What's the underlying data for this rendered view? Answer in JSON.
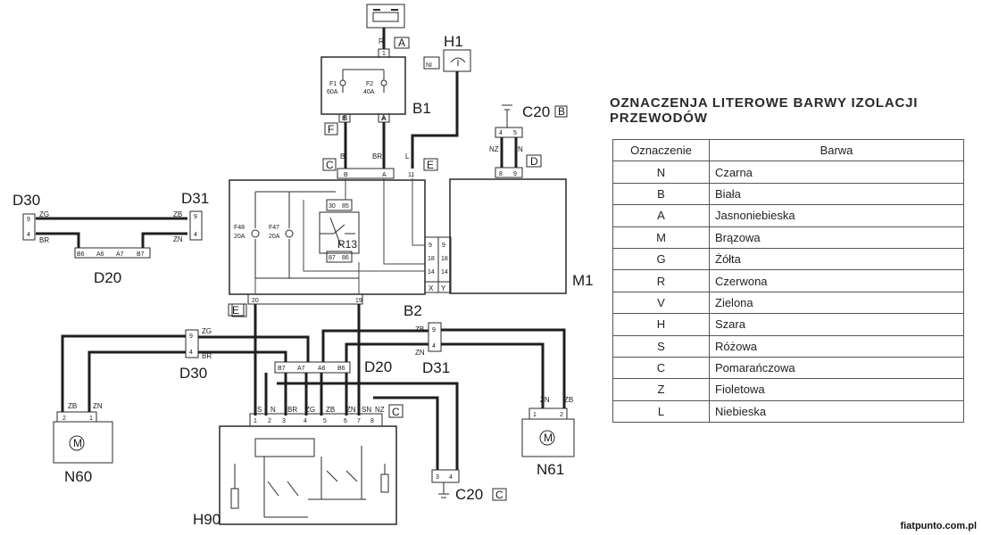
{
  "legend": {
    "title_line1": "OZNACZENJA LITEROWE BARWY IZOLACJI",
    "title_line2": "PRZEWODÓW",
    "headers": [
      "Oznaczenie",
      "Barwa"
    ],
    "rows": [
      {
        "code": "N",
        "color": "Czarna"
      },
      {
        "code": "B",
        "color": "Biała"
      },
      {
        "code": "A",
        "color": "Jasnoniebieska"
      },
      {
        "code": "M",
        "color": "Brązowa"
      },
      {
        "code": "G",
        "color": "Żółta"
      },
      {
        "code": "R",
        "color": "Czerwona"
      },
      {
        "code": "V",
        "color": "Zielona"
      },
      {
        "code": "H",
        "color": "Szara"
      },
      {
        "code": "S",
        "color": "Różowa"
      },
      {
        "code": "C",
        "color": "Pomarańczowa"
      },
      {
        "code": "Z",
        "color": "Fioletowa"
      },
      {
        "code": "L",
        "color": "Niebieska"
      }
    ]
  },
  "watermark": "fiatpunto.com.pl",
  "components": {
    "b1": "B1",
    "b2": "B2",
    "h1": "H1",
    "h90": "H90",
    "m1": "M1",
    "n60": "N60",
    "n61": "N61",
    "r13": "R13",
    "c20_top": "C20",
    "c20_bottom": "C20",
    "d30_left": "D30",
    "d31_left": "D31",
    "d20_left": "D20",
    "d30_mid": "D30",
    "d20_mid": "D20",
    "d31_mid": "D31"
  },
  "connector_codes": {
    "a_top": "A",
    "ni": "NI",
    "b_c20": "B",
    "f": "F",
    "c_b2": "C",
    "e_b2": "E",
    "d_m1": "D",
    "e_bottom": "E",
    "c_h90": "C",
    "c_c20": "C",
    "x": "X",
    "y": "Y"
  },
  "fuses": {
    "f1_name": "F1",
    "f1_rating": "60A",
    "f2_name": "F2",
    "f2_rating": "40A",
    "f48_name": "F48",
    "f48_rating": "20A",
    "f47_name": "F47",
    "f47_rating": "20A"
  },
  "wire_labels": {
    "r_battery": "R",
    "b_b1": "B",
    "a_b1": "A",
    "b_b2": "B",
    "br_b2": "BR",
    "a_b2": "A",
    "l_h1": "L",
    "b_a": "B",
    "nz_c20": "NZ",
    "n_c20": "N",
    "zg_left": "ZG",
    "br_left": "BR",
    "zb_left": "ZB",
    "zn_left": "ZN",
    "zg_mid": "ZG",
    "br_mid": "BR",
    "zb_mid": "ZB",
    "zn_mid": "ZN",
    "zb_n60": "ZB",
    "zn_n60": "ZN",
    "zn_n61": "ZN",
    "zb_n61": "ZB",
    "h90_s": "S",
    "h90_n": "N",
    "h90_br": "BR",
    "h90_zg": "ZG",
    "h90_zb": "ZB",
    "h90_zn": "ZN",
    "h90_sn": "SN",
    "h90_nz": "NZ"
  },
  "pin_numbers": {
    "battery_pin": "1",
    "b1_top": "1",
    "b1_b": "B",
    "b1_a": "A",
    "b2_b": "B",
    "b2_a": "A",
    "b2_11": "11",
    "c20_4": "4",
    "c20_5": "5",
    "m1_8": "8",
    "m1_9": "9",
    "r13_30": "30",
    "r13_85": "85",
    "r13_87": "87",
    "r13_86": "86",
    "b2_9a": "9",
    "b2_9b": "9",
    "b2_18a": "18",
    "b2_18b": "18",
    "b2_14a": "14",
    "b2_14b": "14",
    "b2_20": "20",
    "b2_19": "19",
    "d30l_9": "9",
    "d30l_4": "4",
    "d31l_9": "9",
    "d31l_4": "4",
    "d20l_b6": "B6",
    "d20l_a6": "A6",
    "d20l_a7": "A7",
    "d20l_b7": "B7",
    "d30m_9": "9",
    "d30m_4": "4",
    "d31m_9": "9",
    "d31m_4": "4",
    "d20m_b7": "B7",
    "d20m_a7": "A7",
    "d20m_a6": "A6",
    "d20m_b6": "B6",
    "n60_2": "2",
    "n60_1": "1",
    "n61_1": "1",
    "n61_2": "2",
    "h90_1": "1",
    "h90_2": "2",
    "h90_3": "3",
    "h90_4": "4",
    "h90_5": "5",
    "h90_6": "6",
    "h90_7": "7",
    "h90_8": "8",
    "c20b_3": "3",
    "c20b_4": "4"
  },
  "motor_symbol": "M"
}
